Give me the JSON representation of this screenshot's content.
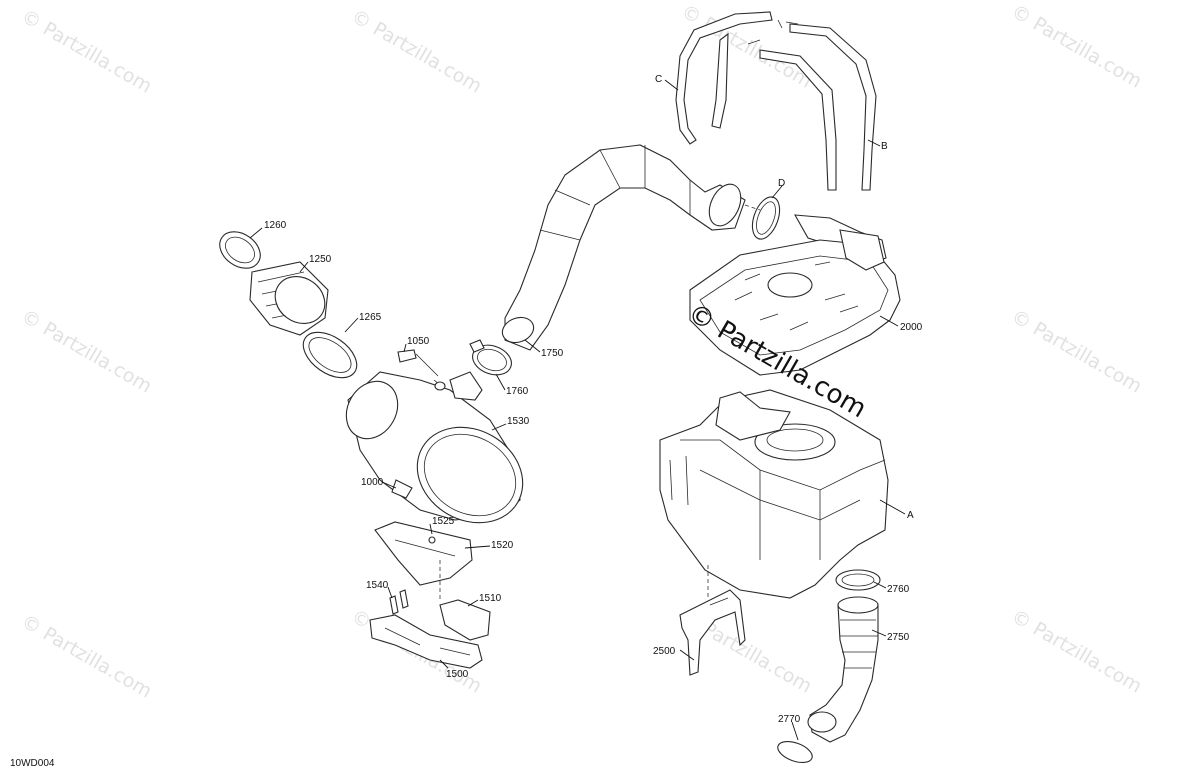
{
  "diagram": {
    "id_label": "10WD004",
    "watermark_text": "© Partzilla.com",
    "colors": {
      "line": "#2a2a2a",
      "shade": "#e6e6e6",
      "watermark": "#c9c9c9"
    },
    "callouts": {
      "c1260": "1260",
      "c1250": "1250",
      "c1265": "1265",
      "c1050": "1050",
      "c1750": "1750",
      "c1760": "1760",
      "c1530": "1530",
      "c1000": "1000",
      "c1525": "1525",
      "c1520": "1520",
      "c1540": "1540",
      "c1510": "1510",
      "c1500": "1500",
      "c2000": "2000",
      "cA": "A",
      "cB": "B",
      "cC": "C",
      "cD": "D",
      "c2760": "2760",
      "c2750": "2750",
      "c2500": "2500",
      "c2770": "2770"
    }
  }
}
